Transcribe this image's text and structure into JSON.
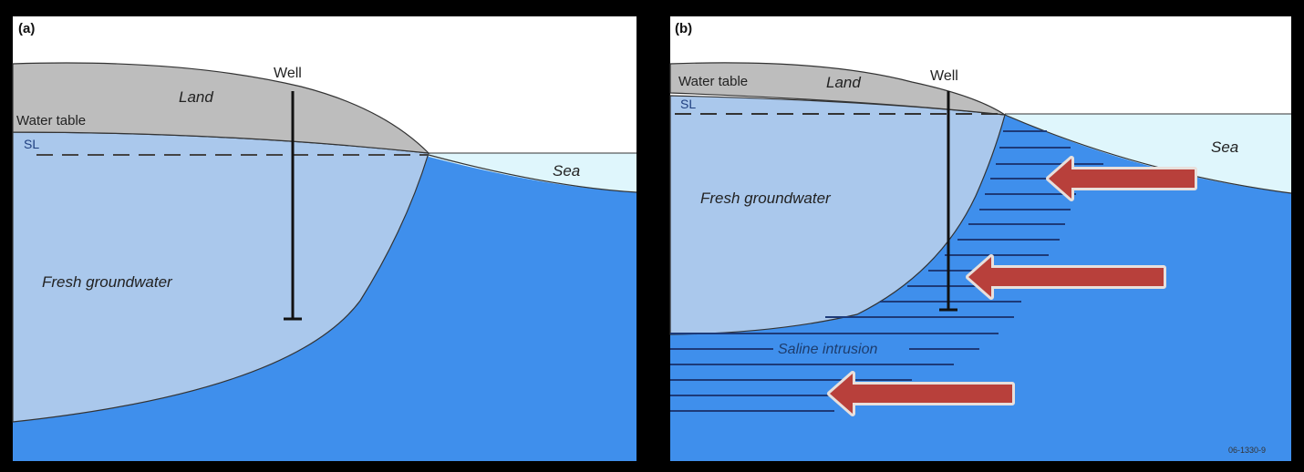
{
  "panel_a": {
    "label": "(a)",
    "well": "Well",
    "land": "Land",
    "water_table": "Water table",
    "sl": "SL",
    "sea": "Sea",
    "fresh": "Fresh groundwater"
  },
  "panel_b": {
    "label": "(b)",
    "well": "Well",
    "land": "Land",
    "water_table": "Water table",
    "sl": "SL",
    "sea": "Sea",
    "fresh": "Fresh groundwater",
    "saline": "Saline intrusion",
    "code": "06-1330-9"
  },
  "colors": {
    "frame": "#000000",
    "land": "#bdbdbd",
    "sea_surface": "#dff6fc",
    "salt_water": "#3f8fec",
    "fresh_water": "#aac8ec",
    "hatch": "#1d3a78",
    "arrow": "#b8403b"
  }
}
